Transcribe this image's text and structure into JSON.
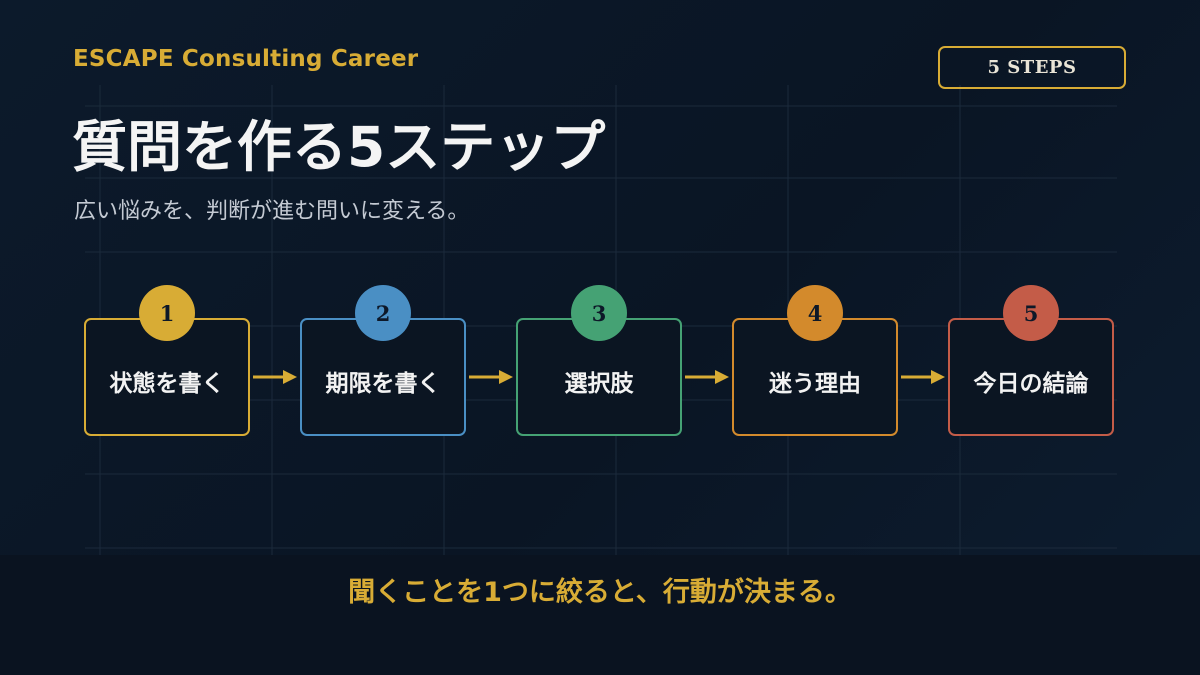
{
  "brand": "ESCAPE Consulting Career",
  "badge": "5 STEPS",
  "title": "質問を作る5ステップ",
  "subtitle": "広い悩みを、判断が進む問いに変える。",
  "steps": [
    {
      "number": "1",
      "label": "状態を書く",
      "color": "#d8ac35"
    },
    {
      "number": "2",
      "label": "期限を書く",
      "color": "#4a8fc4"
    },
    {
      "number": "3",
      "label": "選択肢",
      "color": "#45a274"
    },
    {
      "number": "4",
      "label": "迷う理由",
      "color": "#d38a2c"
    },
    {
      "number": "5",
      "label": "今日の結論",
      "color": "#c45c48"
    }
  ],
  "arrow_color": "#d8ac35",
  "tagline": "聞くことを1つに絞ると、行動が決まる。"
}
